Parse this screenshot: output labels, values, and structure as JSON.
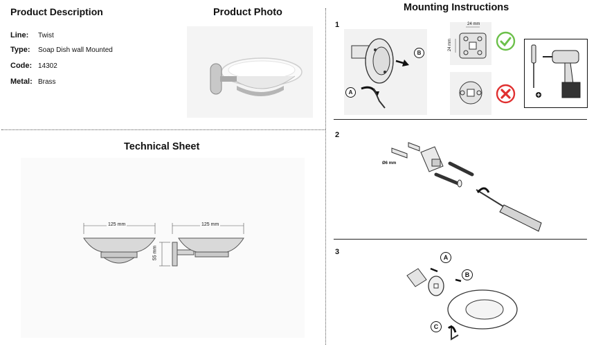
{
  "sections": {
    "product_description": "Product Description",
    "product_photo": "Product Photo",
    "mounting_instructions": "Mounting Instructions",
    "technical_sheet": "Technical Sheet"
  },
  "specs": [
    {
      "label": "Line:",
      "value": "Twist"
    },
    {
      "label": "Type:",
      "value": "Soap Dish wall Mounted"
    },
    {
      "label": "Code:",
      "value": "14302"
    },
    {
      "label": "Metal:",
      "value": "Brass"
    }
  ],
  "technical": {
    "front_width": "125 mm",
    "side_width": "125 mm",
    "height": "55 mm"
  },
  "steps": [
    "1",
    "2",
    "3"
  ],
  "mounting": {
    "hole_spacing_h": "24 mm",
    "hole_spacing_v": "24 mm",
    "drill_diameter": "Ø6 mm",
    "label_a": "A",
    "label_b": "B",
    "label_c": "C"
  },
  "colors": {
    "ok": "#6cc04a",
    "wrong": "#e03030"
  },
  "icons": [
    "check-icon",
    "cross-icon",
    "plus-icon",
    "screwdriver-icon",
    "drill-icon"
  ]
}
